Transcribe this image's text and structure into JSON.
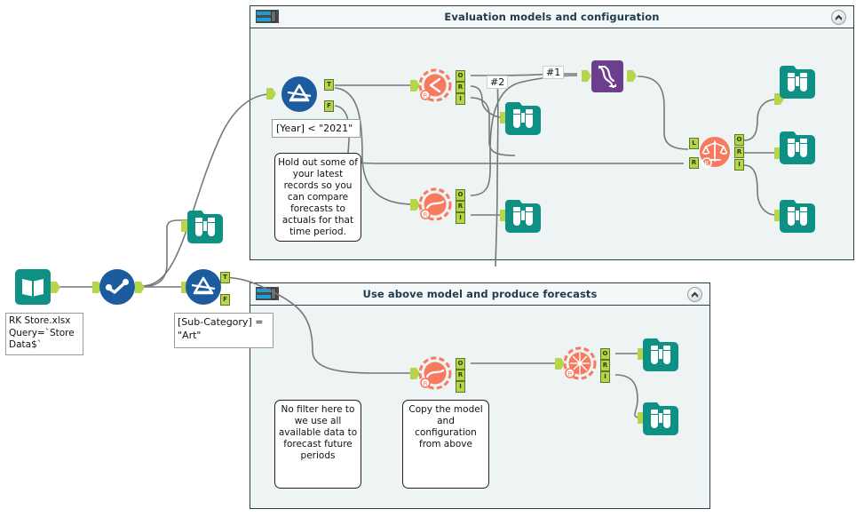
{
  "canvas": {
    "background": "#ffffff",
    "container_fill": "#eef3f3",
    "container_border": "#2b4143",
    "wire_color": "#6e7273",
    "anchor_color": "#b5d64a"
  },
  "containers": [
    {
      "id": "evaluation",
      "title": "Evaluation models and configuration",
      "icon": "container-toggle-icon",
      "collapse_icon": "collapse-chevron-icon"
    },
    {
      "id": "forecast",
      "title": "Use above model and produce forecasts",
      "icon": "container-toggle-icon",
      "collapse_icon": "collapse-chevron-icon"
    }
  ],
  "tools": [
    {
      "id": "input-data",
      "name": "input-data-tool",
      "kind": "book",
      "color": "#00a38a"
    },
    {
      "id": "select",
      "name": "select-tool",
      "kind": "select",
      "color": "#1c5c9e"
    },
    {
      "id": "filter-subcat",
      "name": "filter-tool-subcategory",
      "kind": "filter",
      "color": "#1c5c9e",
      "outputs": [
        "T",
        "F"
      ]
    },
    {
      "id": "browse-select",
      "name": "browse-tool",
      "kind": "browse",
      "color": "#0e9184"
    },
    {
      "id": "filter-year",
      "name": "filter-tool-year",
      "kind": "filter",
      "color": "#1c5c9e",
      "outputs": [
        "T",
        "F"
      ]
    },
    {
      "id": "arima-eval",
      "name": "arima-tool",
      "kind": "arima",
      "color": "#f8795d",
      "outputs": [
        "O",
        "R",
        "I"
      ]
    },
    {
      "id": "ets-eval",
      "name": "ets-tool",
      "kind": "ets",
      "color": "#f8795d",
      "outputs": [
        "O",
        "R",
        "I"
      ]
    },
    {
      "id": "union",
      "name": "union-tool",
      "kind": "union",
      "color": "#6b3f8e"
    },
    {
      "id": "model-compare",
      "name": "model-comparison-tool",
      "kind": "compare",
      "color": "#f8795d",
      "inputs": [
        "L",
        "R"
      ],
      "outputs": [
        "O",
        "R",
        "I"
      ]
    },
    {
      "id": "browse-arima",
      "name": "browse-tool",
      "kind": "browse",
      "color": "#0e9184"
    },
    {
      "id": "browse-ets",
      "name": "browse-tool",
      "kind": "browse",
      "color": "#0e9184"
    },
    {
      "id": "browse-cmp-o",
      "name": "browse-tool",
      "kind": "browse",
      "color": "#0e9184"
    },
    {
      "id": "browse-cmp-r",
      "name": "browse-tool",
      "kind": "browse",
      "color": "#0e9184"
    },
    {
      "id": "browse-cmp-i",
      "name": "browse-tool",
      "kind": "browse",
      "color": "#0e9184"
    },
    {
      "id": "ets-fc",
      "name": "ets-tool",
      "kind": "ets",
      "color": "#f8795d",
      "outputs": [
        "O",
        "R",
        "I"
      ]
    },
    {
      "id": "forecast",
      "name": "ts-forecast-tool",
      "kind": "forecast",
      "color": "#f8795d",
      "outputs": [
        "O",
        "R",
        "I"
      ]
    },
    {
      "id": "browse-fc-o",
      "name": "browse-tool",
      "kind": "browse",
      "color": "#0e9184"
    },
    {
      "id": "browse-fc-i",
      "name": "browse-tool",
      "kind": "browse",
      "color": "#0e9184"
    }
  ],
  "annotations": {
    "input_source": "RK Store.xlsx\nQuery=`Store Data$`",
    "input_source_lines": [
      "RK Store.xlsx",
      "Query=`Store",
      "Data$`"
    ],
    "filter_subcategory_lines": [
      "[Sub-Category]  =",
      "\"Art\""
    ],
    "filter_year_expression": "[Year]  <  \"2021\"",
    "holdout_note": "Hold out some of your latest records so you can compare forecasts to actuals for that time period.",
    "no_filter_note": "No filter here to we use all available data to forecast future periods",
    "copy_model_note": "Copy the model and configuration from above"
  },
  "connection_labels": {
    "union_input_1": "#1",
    "union_input_2": "#2"
  },
  "anchor_letters": {
    "true": "T",
    "false": "F",
    "output": "O",
    "report": "R",
    "interactive": "I",
    "left": "L",
    "right": "R"
  }
}
